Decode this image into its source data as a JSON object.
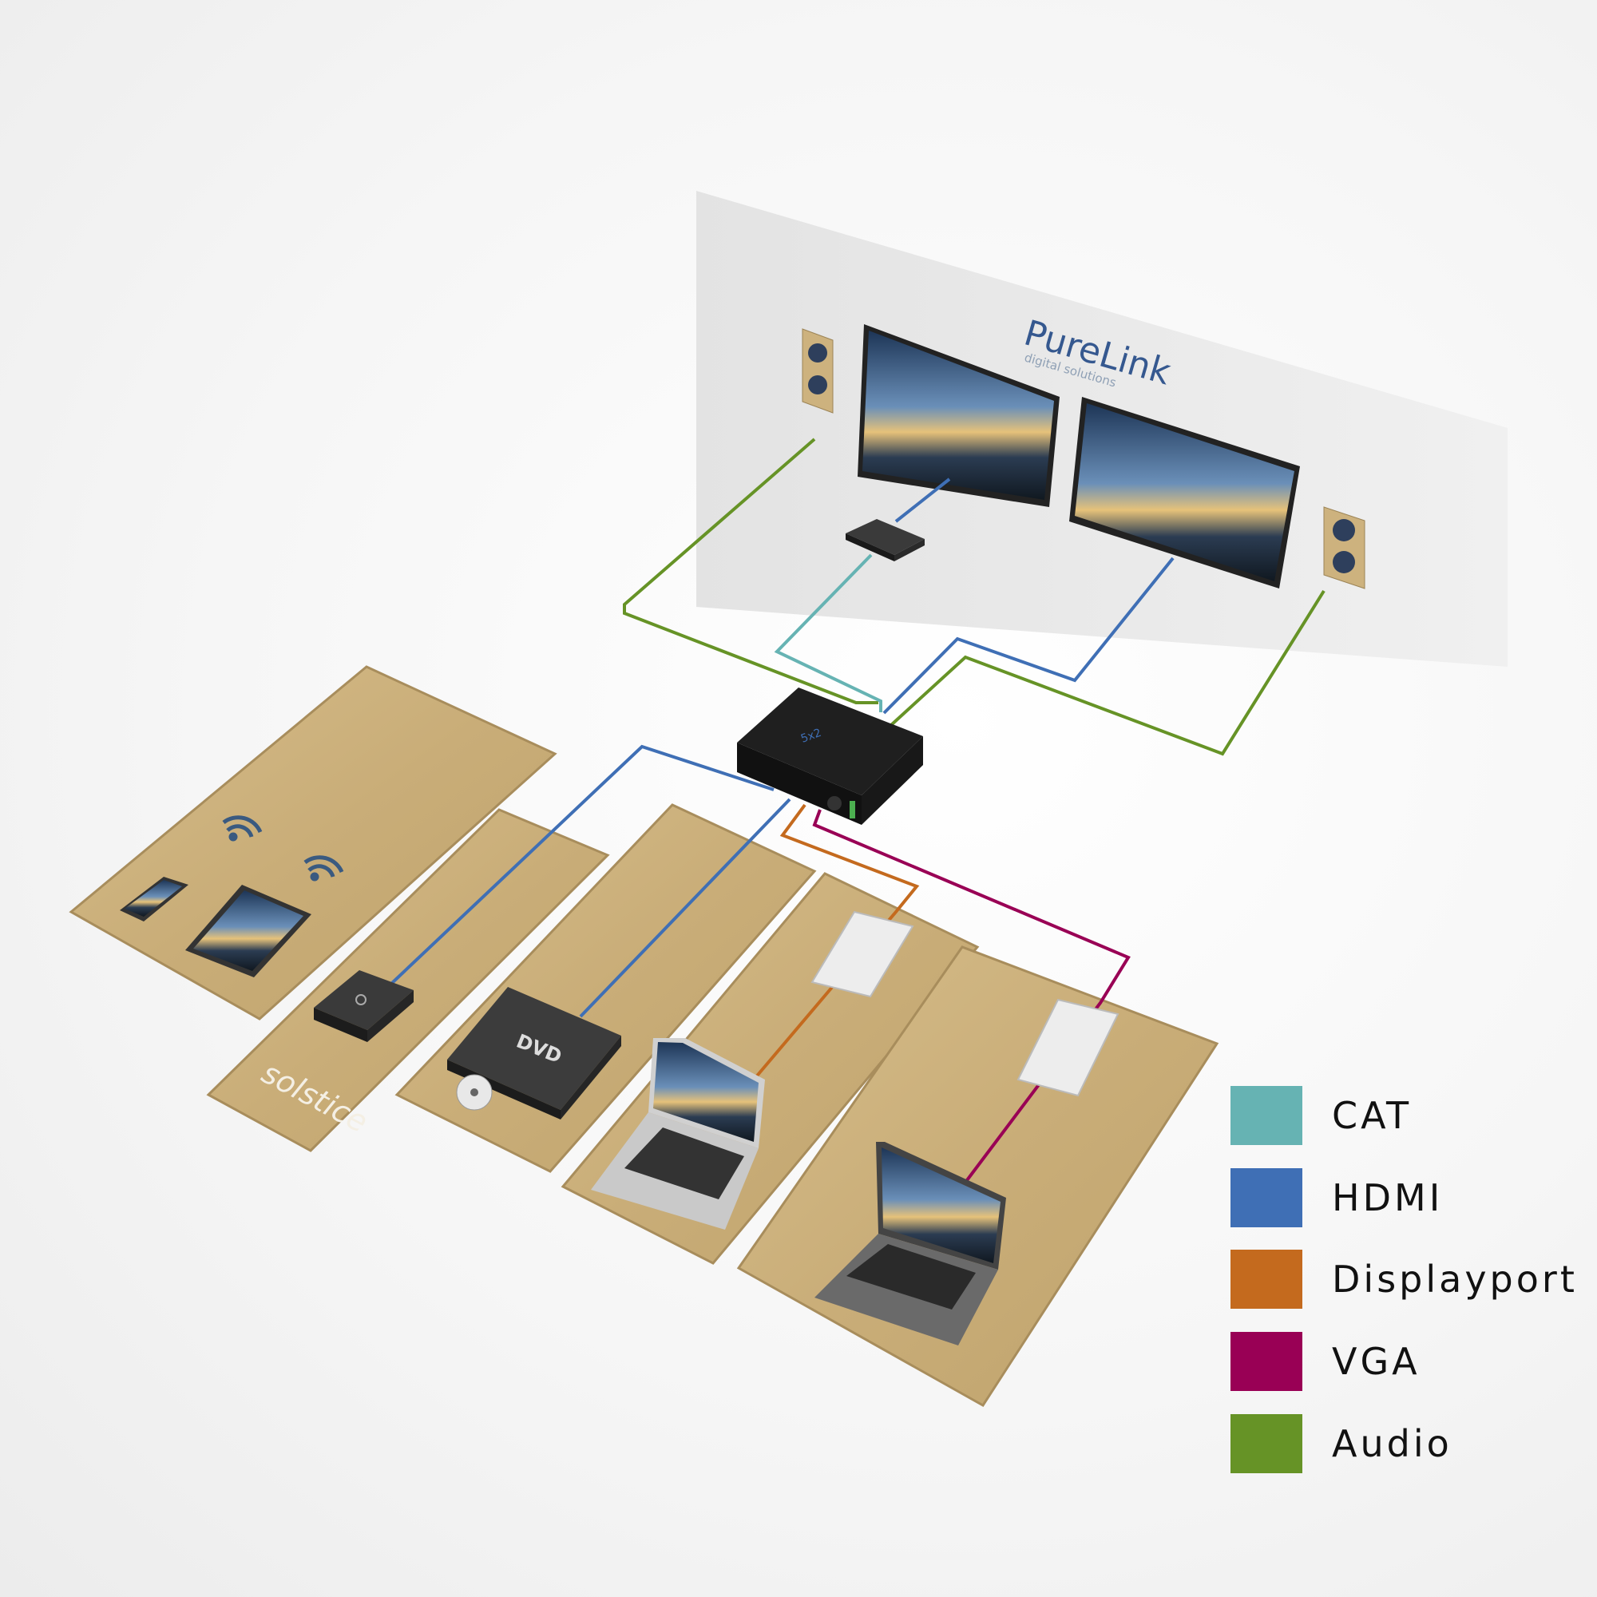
{
  "wall": {
    "brand": "PureLink",
    "tagline": "digital solutions"
  },
  "switcher": {
    "model_label": "5x2"
  },
  "dvd": {
    "label": "DVD"
  },
  "solstice": {
    "logo_text": "solstice"
  },
  "colors": {
    "cat": "#66b3b3",
    "hdmi": "#3f6fb5",
    "displayport": "#c46a1e",
    "vga": "#990055",
    "audio": "#669326",
    "wood": "#cdb27e",
    "wall": "#ececec"
  },
  "legend": [
    {
      "label": "CAT",
      "color": "#66b3b3"
    },
    {
      "label": "HDMI",
      "color": "#3f6fb5"
    },
    {
      "label": "Displayport",
      "color": "#c46a1e"
    },
    {
      "label": "VGA",
      "color": "#990055"
    },
    {
      "label": "Audio",
      "color": "#669326"
    }
  ]
}
